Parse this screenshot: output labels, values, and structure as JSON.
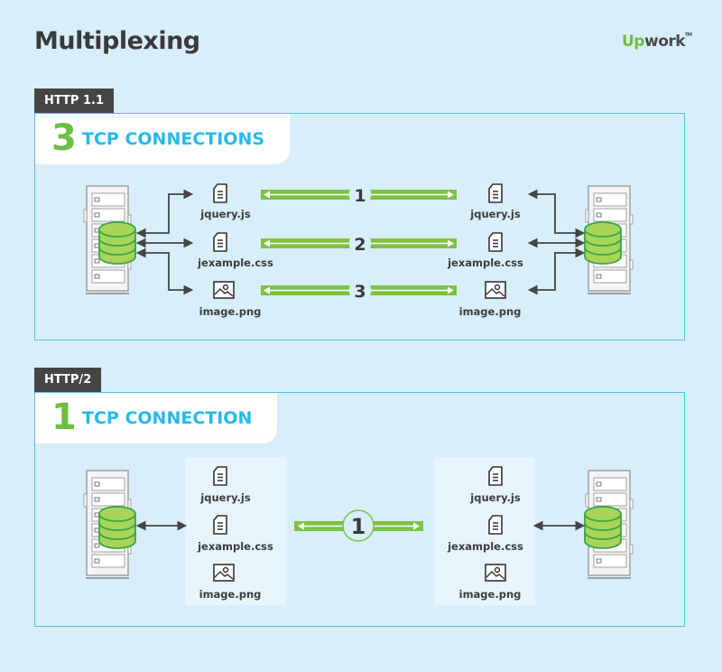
{
  "title": "Multiplexing",
  "logo": {
    "brand_green": "Up",
    "brand_rest": "work",
    "tm": "TM"
  },
  "colors": {
    "background": "#d9eefb",
    "accent_green": "#6fbe44",
    "accent_blue": "#28b9ea",
    "dark": "#454545",
    "panel_border": "#4fc3ec"
  },
  "http11": {
    "tag": "HTTP 1.1",
    "count": "3",
    "heading": "TCP CONNECTIONS",
    "left_files": [
      {
        "name": "jquery.js",
        "icon": "document-icon"
      },
      {
        "name": "jexample.css",
        "icon": "document-icon"
      },
      {
        "name": "image.png",
        "icon": "image-icon"
      }
    ],
    "right_files": [
      {
        "name": "jquery.js",
        "icon": "document-icon"
      },
      {
        "name": "jexample.css",
        "icon": "document-icon"
      },
      {
        "name": "image.png",
        "icon": "image-icon"
      }
    ],
    "connections": [
      "1",
      "2",
      "3"
    ]
  },
  "http2": {
    "tag": "HTTP/2",
    "count": "1",
    "heading": "TCP CONNECTION",
    "left_files": [
      {
        "name": "jquery.js",
        "icon": "document-icon"
      },
      {
        "name": "jexample.css",
        "icon": "document-icon"
      },
      {
        "name": "image.png",
        "icon": "image-icon"
      }
    ],
    "right_files": [
      {
        "name": "jquery.js",
        "icon": "document-icon"
      },
      {
        "name": "jexample.css",
        "icon": "document-icon"
      },
      {
        "name": "image.png",
        "icon": "image-icon"
      }
    ],
    "connections": [
      "1"
    ]
  }
}
